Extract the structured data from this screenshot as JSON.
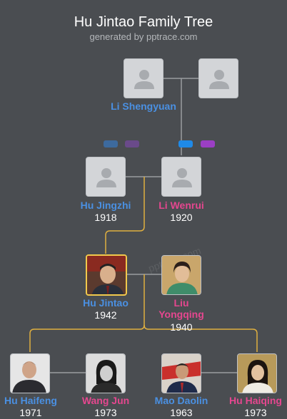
{
  "header": {
    "title": "Hu Jintao Family Tree",
    "subtitle": "generated by pptrace.com"
  },
  "watermark": "pptrace.com",
  "colors": {
    "background": "#4a4d51",
    "male": "#4a90e2",
    "female": "#e5478f",
    "connector": "#e0b040",
    "connector_gray": "#9a9da0",
    "selected_border": "#f2c94c"
  },
  "people": {
    "gp_unknown_1": {
      "icon": "person-placeholder-icon"
    },
    "gp_unknown_2": {
      "icon": "person-placeholder-icon"
    },
    "li_shengyuan": {
      "name": "Li Shengyuan",
      "gender": "male",
      "icon": "person-placeholder-icon"
    },
    "hu_jingzhi": {
      "name": "Hu Jingzhi",
      "year": "1918",
      "gender": "male",
      "icon": "person-placeholder-icon"
    },
    "li_wenrui": {
      "name": "Li Wenrui",
      "year": "1920",
      "gender": "female",
      "icon": "person-placeholder-icon"
    },
    "hu_jintao": {
      "name": "Hu Jintao",
      "year": "1942",
      "gender": "male",
      "selected": true,
      "icon": "portrait-photo"
    },
    "liu_yongqing": {
      "name": "Liu Yongqing",
      "year": "1940",
      "gender": "female",
      "icon": "portrait-photo"
    },
    "hu_haifeng": {
      "name": "Hu Haifeng",
      "year": "1971",
      "gender": "male",
      "icon": "portrait-photo"
    },
    "wang_jun": {
      "name": "Wang Jun",
      "year": "1973",
      "gender": "female",
      "icon": "portrait-photo"
    },
    "mao_daolin": {
      "name": "Mao Daolin",
      "year": "1963",
      "gender": "male",
      "icon": "portrait-photo"
    },
    "hu_haiqing": {
      "name": "Hu Haiqing",
      "year": "1973",
      "gender": "female",
      "icon": "portrait-photo"
    }
  },
  "expanders": [
    {
      "id": "expand-parents-hu-jingzhi-father",
      "color": "#3d6a9e"
    },
    {
      "id": "expand-parents-hu-jingzhi-mother",
      "color": "#6a4a8a"
    },
    {
      "id": "expand-parents-li-wenrui-father",
      "color": "#1f8ae8"
    },
    {
      "id": "expand-parents-li-wenrui-mother",
      "color": "#9b3fc4"
    }
  ]
}
